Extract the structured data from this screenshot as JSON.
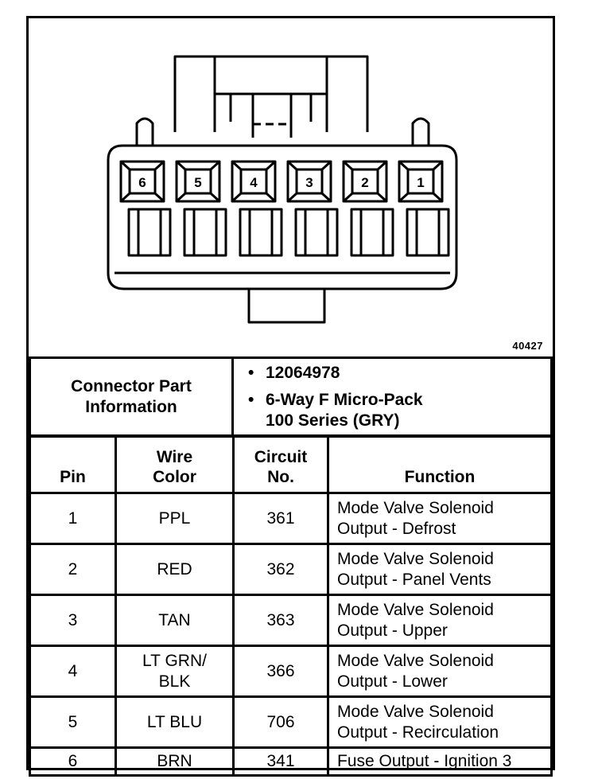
{
  "figure_id": "40427",
  "connector": {
    "pin_labels": [
      "6",
      "5",
      "4",
      "3",
      "2",
      "1"
    ]
  },
  "part_info": {
    "label_line1": "Connector Part",
    "label_line2": "Information",
    "items": [
      {
        "line1": "12064978",
        "line2": ""
      },
      {
        "line1": "6-Way F Micro-Pack",
        "line2": "100 Series (GRY)"
      }
    ]
  },
  "table": {
    "headers": {
      "pin": "Pin",
      "wire_line1": "Wire",
      "wire_line2": "Color",
      "circuit_line1": "Circuit",
      "circuit_line2": "No.",
      "function": "Function"
    },
    "rows": [
      {
        "pin": "1",
        "wire1": "PPL",
        "wire2": "",
        "circuit": "361",
        "func1": "Mode Valve Solenoid",
        "func2": "Output - Defrost"
      },
      {
        "pin": "2",
        "wire1": "RED",
        "wire2": "",
        "circuit": "362",
        "func1": "Mode Valve Solenoid",
        "func2": "Output - Panel Vents"
      },
      {
        "pin": "3",
        "wire1": "TAN",
        "wire2": "",
        "circuit": "363",
        "func1": "Mode Valve Solenoid",
        "func2": "Output - Upper"
      },
      {
        "pin": "4",
        "wire1": "LT GRN/",
        "wire2": "BLK",
        "circuit": "366",
        "func1": "Mode Valve Solenoid",
        "func2": "Output - Lower"
      },
      {
        "pin": "5",
        "wire1": "LT BLU",
        "wire2": "",
        "circuit": "706",
        "func1": "Mode Valve Solenoid",
        "func2": "Output - Recirculation"
      },
      {
        "pin": "6",
        "wire1": "BRN",
        "wire2": "",
        "circuit": "341",
        "func1": "Fuse Output - Ignition 3",
        "func2": ""
      }
    ]
  }
}
